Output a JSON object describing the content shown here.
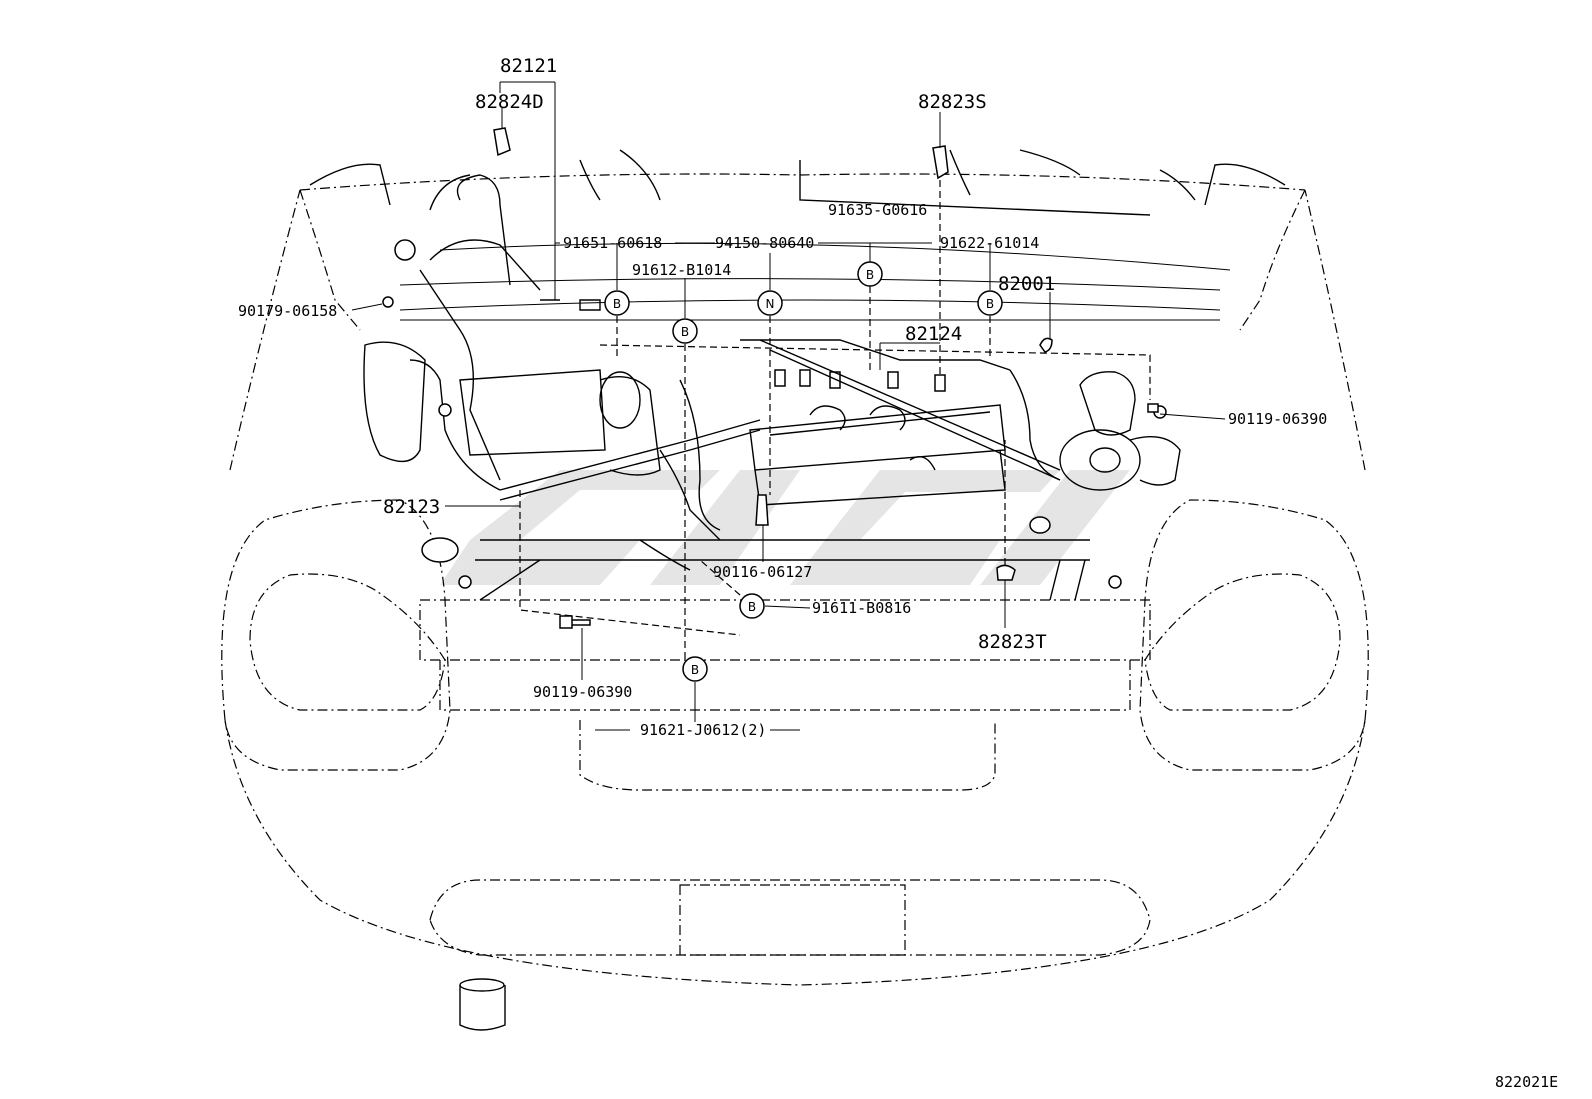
{
  "diagram": {
    "footer_code": "822021E",
    "parts": {
      "p82121": "82121",
      "p82824D": "82824D",
      "p82823S": "82823S",
      "p91635": "91635-G0616",
      "p91651": "91651-60618",
      "p94150": "94150-80640",
      "p91622": "91622-61014",
      "p91612": "91612-B1014",
      "p82001": "82001",
      "p90179": "90179-06158",
      "p82124": "82124",
      "p90119_right": "90119-06390",
      "p82123": "82123",
      "p90116": "90116-06127",
      "p91611": "91611-B0816",
      "p82823T": "82823T",
      "p90119_left": "90119-06390",
      "p91621": "91621-J0612(2)"
    },
    "symbols": {
      "b": "B",
      "n": "N"
    }
  }
}
